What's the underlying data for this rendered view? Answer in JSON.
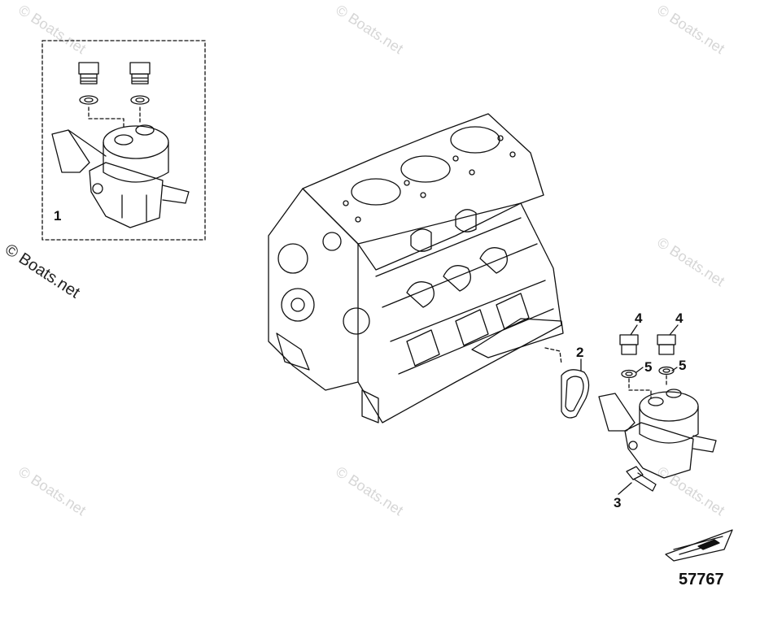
{
  "watermark_text": "© Boats.net",
  "copyright_text": "© Boats.net",
  "figure_number": "57767",
  "callouts": {
    "c1": "1",
    "c2": "2",
    "c3": "3",
    "c4a": "4",
    "c4b": "4",
    "c5a": "5",
    "c5b": "5"
  },
  "colors": {
    "line": "#111111",
    "watermark": "#d6d6d6",
    "background": "#ffffff"
  }
}
